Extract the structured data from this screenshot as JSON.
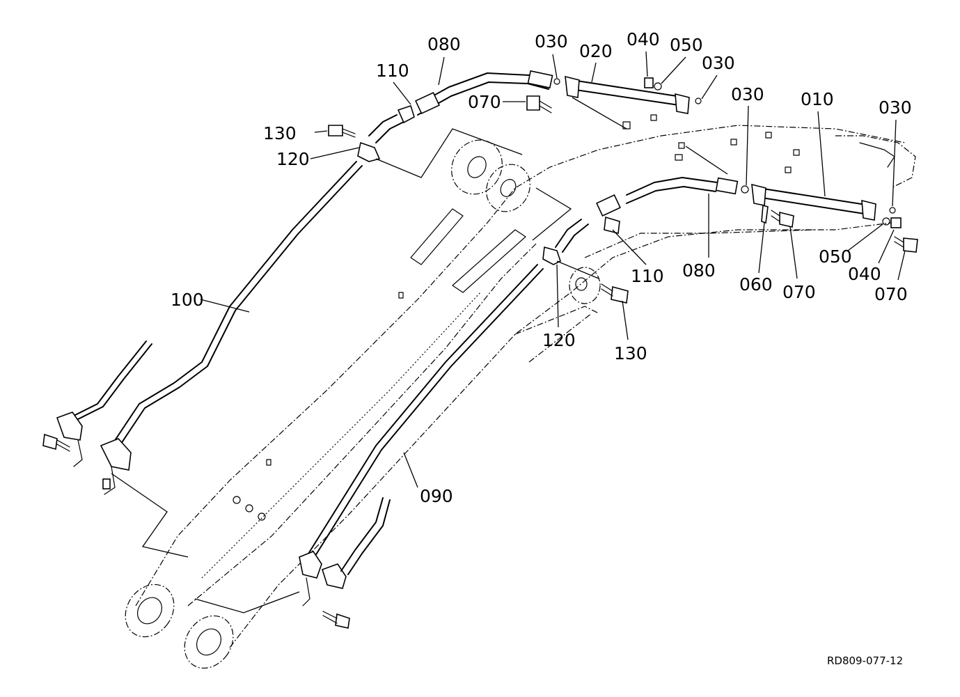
{
  "labels": {
    "l_080_top": "080",
    "l_110_top": "110",
    "l_130_top": "130",
    "l_120_top": "120",
    "l_030_a": "030",
    "l_020": "020",
    "l_040_top": "040",
    "l_050_top": "050",
    "l_030_b": "030",
    "l_070_top": "070",
    "l_030_c": "030",
    "l_010": "010",
    "l_030_d": "030",
    "l_100": "100",
    "l_110_mid": "110",
    "l_080_mid": "080",
    "l_060": "060",
    "l_070_mid": "070",
    "l_050_mid": "050",
    "l_040_mid": "040",
    "l_070_right": "070",
    "l_120_mid": "120",
    "l_130_mid": "130",
    "l_090": "090"
  },
  "drawing_ref": "RD809-077-12"
}
